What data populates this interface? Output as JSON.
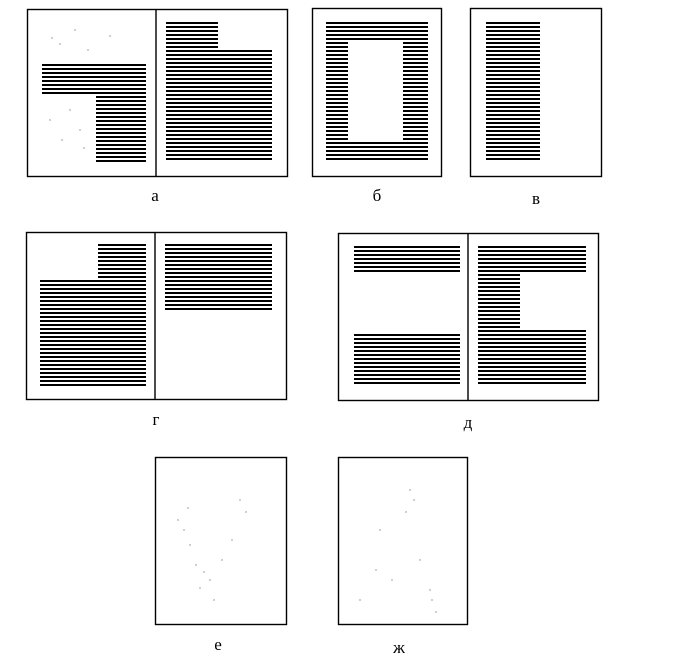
{
  "figure": {
    "captions": {
      "a": "а",
      "b": "б",
      "v": "в",
      "g": "г",
      "d": "д",
      "e": "е",
      "zh": "ж"
    }
  },
  "colors": {
    "ink": "#000000",
    "paper": "#ffffff",
    "speck": "#888888"
  }
}
